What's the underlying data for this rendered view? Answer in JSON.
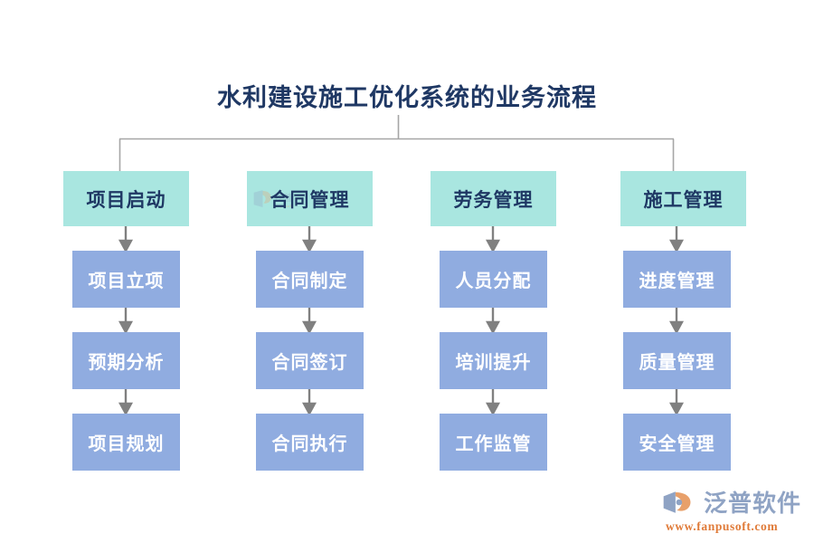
{
  "title": "水利建设施工优化系统的业务流程",
  "colors": {
    "title_text": "#1f3864",
    "header_box": "#a9e6e0",
    "header_text": "#1f3864",
    "step_box": "#90ace0",
    "step_text": "#ffffff",
    "connector": "#a6a6a6",
    "brand_name": "#8fa3c4",
    "brand_url": "#e07b39",
    "background": "#ffffff"
  },
  "columns": [
    {
      "header": "项目启动",
      "steps": [
        "项目立项",
        "预期分析",
        "项目规划"
      ]
    },
    {
      "header": "合同管理",
      "steps": [
        "合同制定",
        "合同签订",
        "合同执行"
      ]
    },
    {
      "header": "劳务管理",
      "steps": [
        "人员分配",
        "培训提升",
        "工作监管"
      ]
    },
    {
      "header": "施工管理",
      "steps": [
        "进度管理",
        "质量管理",
        "安全管理"
      ]
    }
  ],
  "watermark": {
    "on_column_header": "合同管理",
    "text": "泛普软件"
  },
  "brand": {
    "name": "泛普软件",
    "url": "www.fanpusoft.com",
    "logo_icon": "fanpu-swoosh-logo-icon"
  }
}
